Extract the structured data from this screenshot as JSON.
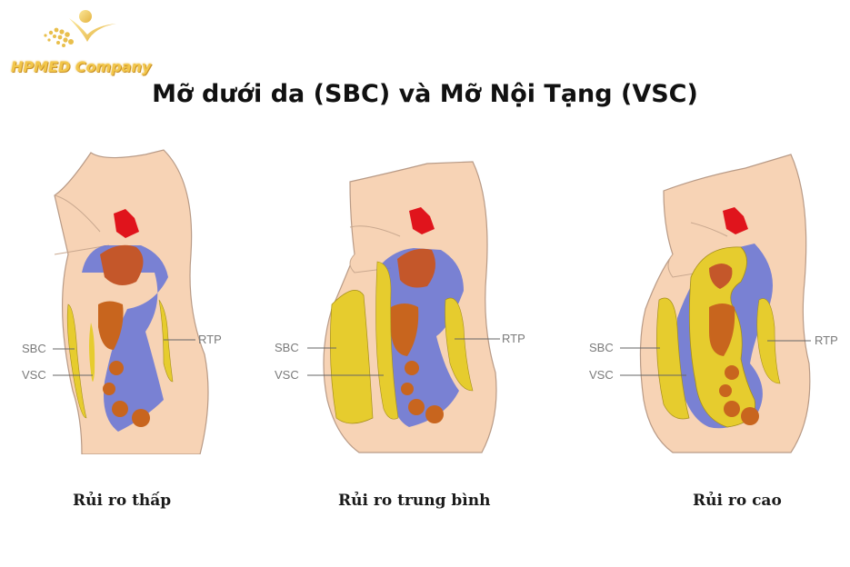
{
  "logo": {
    "text": "HPMED Company",
    "color": "#f2c64a"
  },
  "title": "Mỡ dưới da (SBC) và Mỡ Nội Tạng (VSC)",
  "labels": {
    "sbc": "SBC",
    "vsc": "VSC",
    "rtp": "RTP"
  },
  "panels": [
    {
      "caption": "Rủi ro thấp",
      "risk": "low"
    },
    {
      "caption": "Rủi ro trung bình",
      "risk": "medium"
    },
    {
      "caption": "Rủi ro cao",
      "risk": "high"
    }
  ],
  "colors": {
    "skin": "#f7d3b5",
    "fat": "#e6cc2e",
    "membrane": "#6a78d6",
    "heart": "#e0141c",
    "organ": "#c8651e"
  }
}
